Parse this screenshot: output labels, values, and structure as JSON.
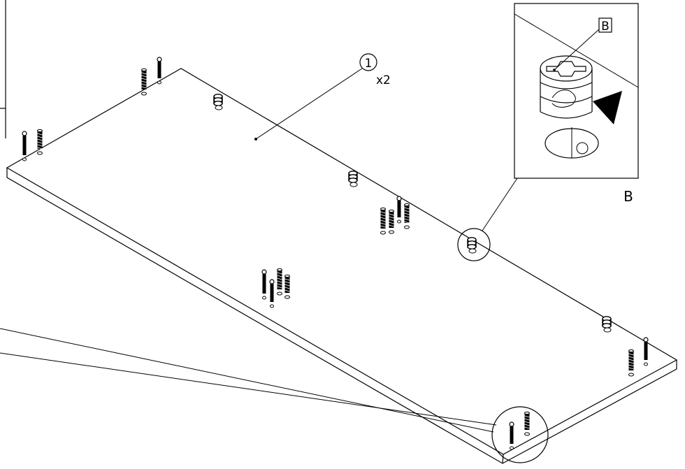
{
  "part": {
    "number": "1",
    "quantity": "x2"
  },
  "detail": {
    "letter": "B",
    "caption": "B"
  },
  "colors": {
    "line": "#000000",
    "background": "#ffffff"
  }
}
